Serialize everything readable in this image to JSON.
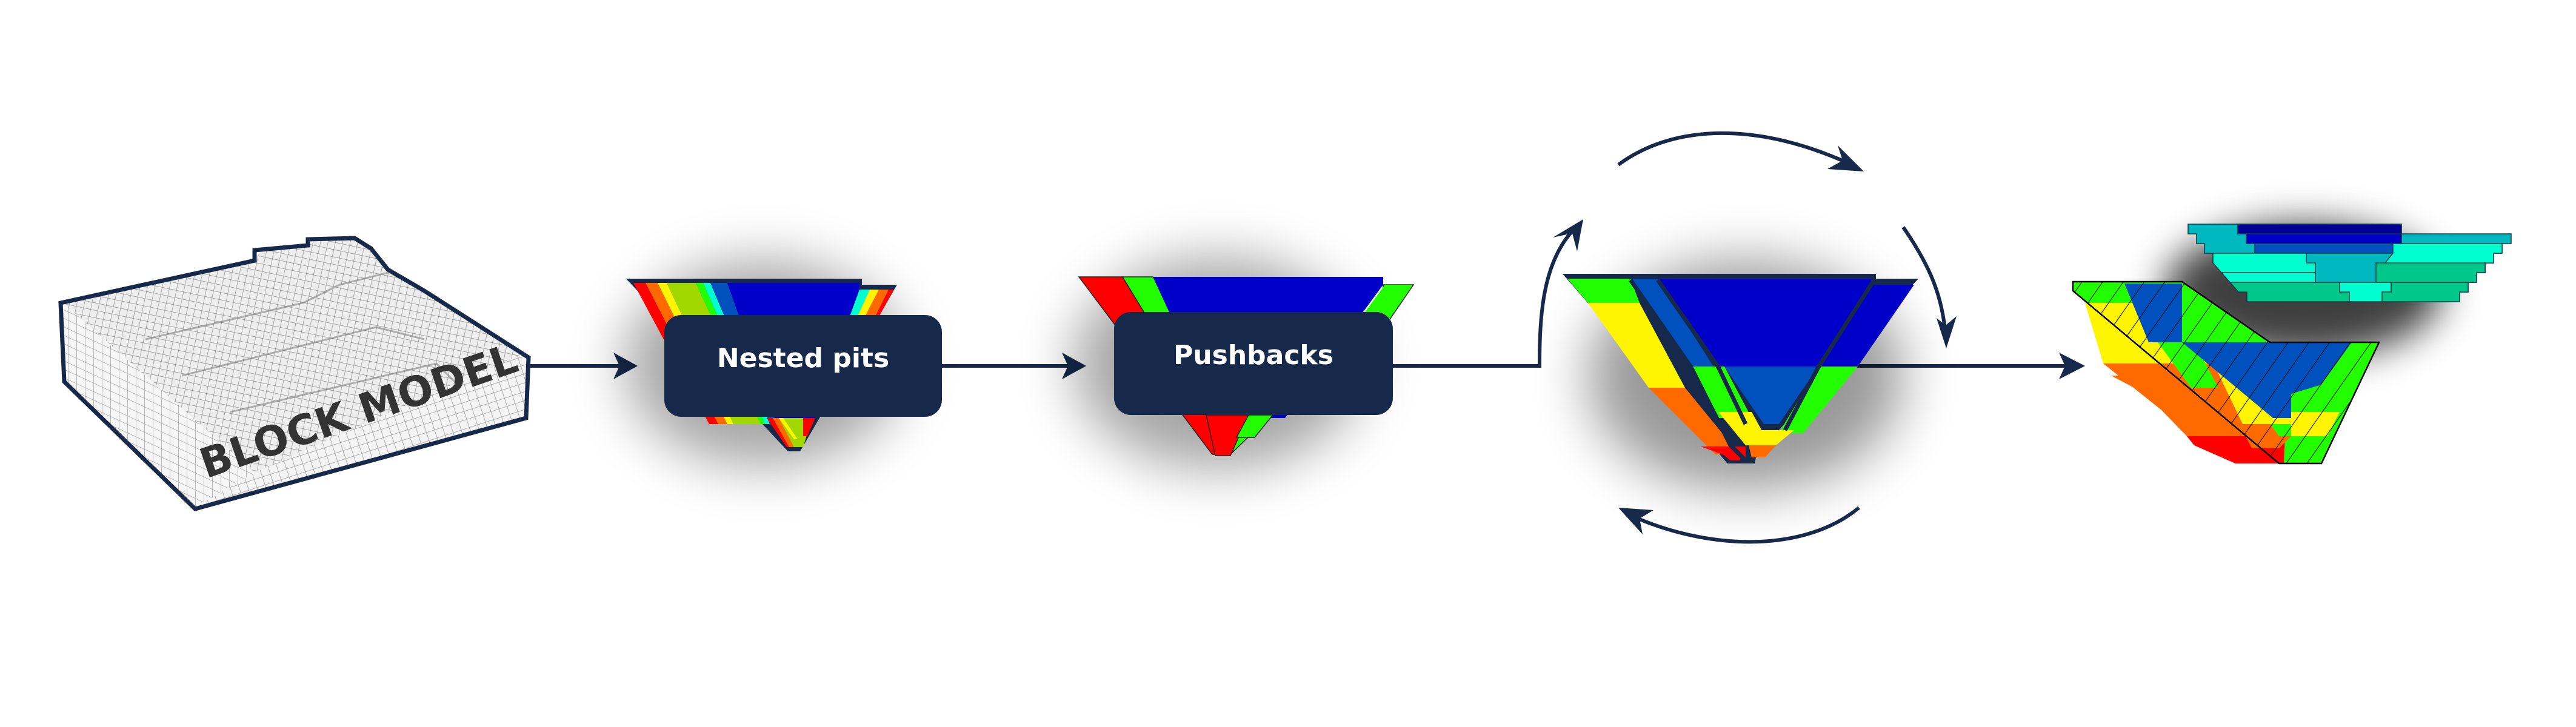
{
  "diagram": {
    "title": "Open pit planning workflow",
    "colors": {
      "navy": "#16294b",
      "dark_blue": "#0000c8",
      "mid_blue": "#0050be",
      "navy_blue": "#000096",
      "cyan": "#00ffd0",
      "teal": "#00b8c0",
      "sea_green": "#00c88a",
      "green": "#22ff00",
      "lime": "#a0d800",
      "yellow": "#fff500",
      "orange": "#ff6a00",
      "red": "#ff0000",
      "wire": "#9a9a9a"
    },
    "stages": [
      {
        "id": "block-model",
        "label": "BLOCK MODEL"
      },
      {
        "id": "nested-pits",
        "label": "Nested pits"
      },
      {
        "id": "pushbacks",
        "label": "Pushbacks"
      },
      {
        "id": "iterative-schedule",
        "label": ""
      },
      {
        "id": "final-schedule",
        "label": ""
      }
    ],
    "connectors": [
      {
        "from": "block-model",
        "to": "nested-pits",
        "type": "arrow"
      },
      {
        "from": "nested-pits",
        "to": "pushbacks",
        "type": "arrow"
      },
      {
        "from": "pushbacks",
        "to": "iterative-schedule",
        "type": "curved-arrow"
      },
      {
        "from": "iterative-schedule",
        "to": "final-schedule",
        "type": "arrow"
      }
    ],
    "cycle_arrows": [
      "top",
      "right",
      "bottom",
      "left"
    ]
  }
}
